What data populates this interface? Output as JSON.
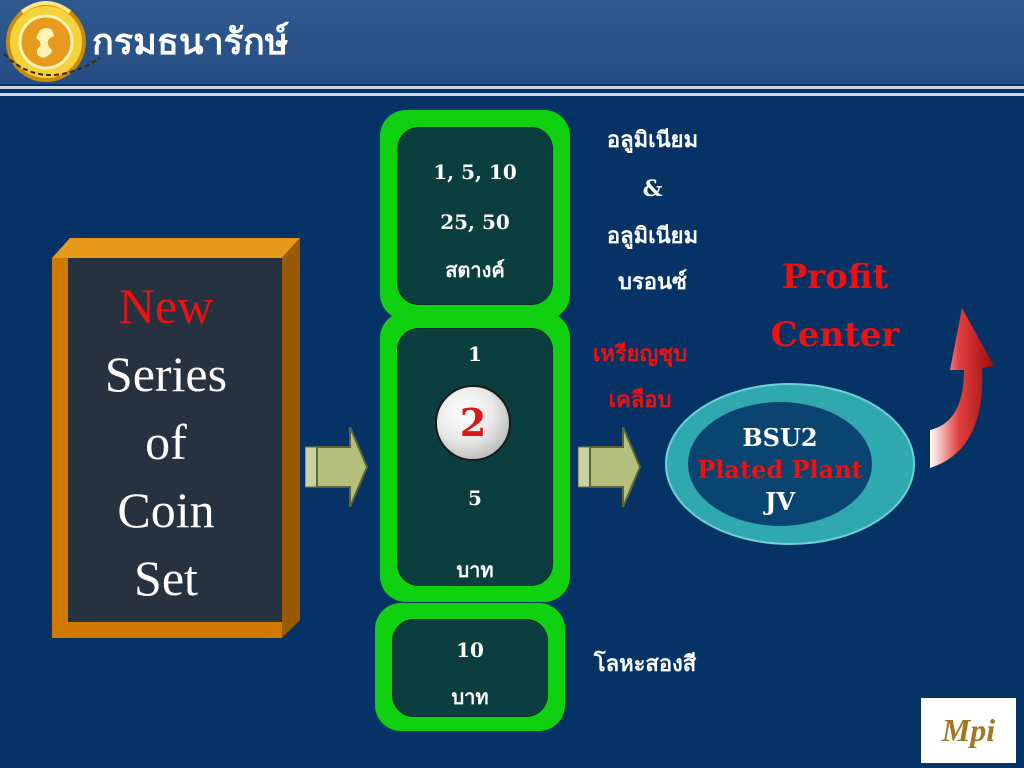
{
  "header": {
    "title": "กรมธนารักษ์"
  },
  "series_box": {
    "line1": "New",
    "line2": "Series",
    "line3": "of",
    "line4": "Coin",
    "line5": "Set"
  },
  "box_top": {
    "line1": "1, 5, 10",
    "line2": "25, 50",
    "line3": "สตางค์"
  },
  "box_mid": {
    "top": "1",
    "coin": "2",
    "bottom": "5",
    "unit": "บาท"
  },
  "box_bottom": {
    "line1": "10",
    "line2": "บาท"
  },
  "labels": {
    "aluminium": "อลูมิเนียม",
    "ampersand": "&",
    "aluminium2": "อลูมิเนียม",
    "bronze": "บรอนซ์",
    "plated_1": "เหรียญชุบ",
    "plated_2": "เคลือบ",
    "bimetal": "โลหะสองสี"
  },
  "profit_center": {
    "line1": "Profit",
    "line2": "Center"
  },
  "bsu": {
    "line1": "BSU2",
    "line2": "Plated Plant",
    "line3": "JV"
  },
  "logo": {
    "text": "Mpi"
  },
  "colors": {
    "background": "#063366",
    "header": "#2a5389",
    "green": "#0fd10f",
    "dark_box": "#0b3f3f",
    "red": "#ee1111",
    "orange_frame": "#d07a00",
    "teal_ring": "#2fa8b0"
  }
}
